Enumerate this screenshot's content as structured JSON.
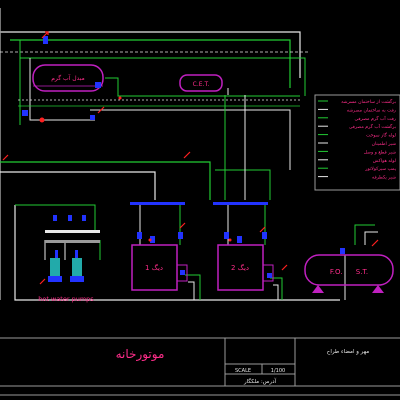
{
  "labels": {
    "heater": "مبدل آب گرم",
    "cet": "C.E.T.",
    "boiler1": "دیگ 1",
    "boiler2": "دیگ 2",
    "fost": "F.O.      S.T.",
    "pumps": "hot water pumps",
    "title": "موتورخانه",
    "scale": "1/100",
    "scale_label": "SCALE",
    "sheet_info": "مهر و امضاء طراح",
    "subtitle": "آدرس: ملکگار"
  },
  "legend": [
    "برگشت از ساختمان مسرشه",
    "رفت به ساختمان مصرشه",
    "رفت آب گرم مصرفی",
    "برگشت آب گرم مصرفی",
    "لوله گاز سوخت",
    "شیر اطمینان",
    "شیر قطع و وصل",
    "لوله هواکش",
    "پمپ سیرکولاتور",
    "شیر یکطرفه"
  ],
  "colors": {
    "background": "#000000",
    "frame": "#9a9a9a",
    "supply_pipe": "#22cc33",
    "return_pipe": "#e8e8e8",
    "equipment": "#c020c0",
    "valve": "#2233ff",
    "legend_text": "#ff2d8a",
    "pump_body": "#22aaaa",
    "marker": "#ff2020"
  }
}
